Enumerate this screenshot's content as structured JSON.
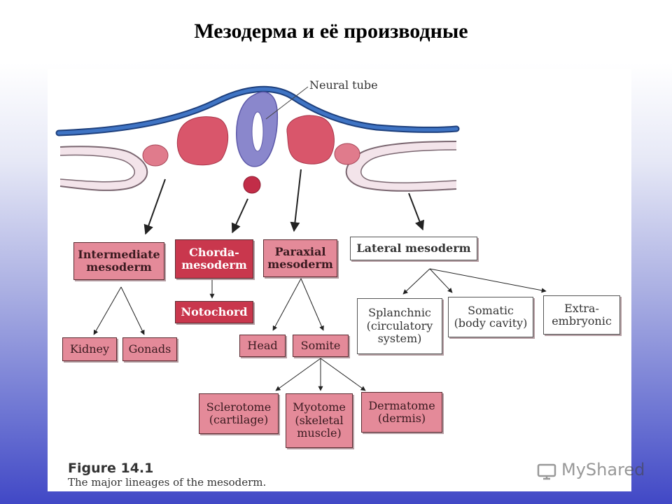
{
  "title": "Мезодерма и её производные",
  "neural_tube_label": "Neural tube",
  "nodes": {
    "intermediate": "Intermediate\nmesoderm",
    "chorda": "Chorda-\nmesoderm",
    "paraxial": "Paraxial\nmesoderm",
    "lateral": "Lateral mesoderm",
    "notochord": "Notochord",
    "kidney": "Kidney",
    "gonads": "Gonads",
    "head": "Head",
    "somite": "Somite",
    "sclerotome": "Sclerotome\n(cartilage)",
    "myotome": "Myotome\n(skeletal\nmuscle)",
    "dermatome": "Dermatome\n(dermis)",
    "splanchnic": "Splanchnic\n(circulatory\nsystem)",
    "somatic": "Somatic\n(body cavity)",
    "extra": "Extra-\nembryonic"
  },
  "figure": {
    "label": "Figure 14.1",
    "caption": "The major lineages of the mesoderm."
  },
  "watermark": {
    "text": "MyShared"
  },
  "colors": {
    "ectoderm_line": "#2c5ea8",
    "neural_tube": "#8a87cc",
    "mesoderm_block": "#d9566b",
    "box_pink": "#e48a99",
    "box_dark": "#c9374d",
    "endoderm": "#f3e4ea"
  }
}
